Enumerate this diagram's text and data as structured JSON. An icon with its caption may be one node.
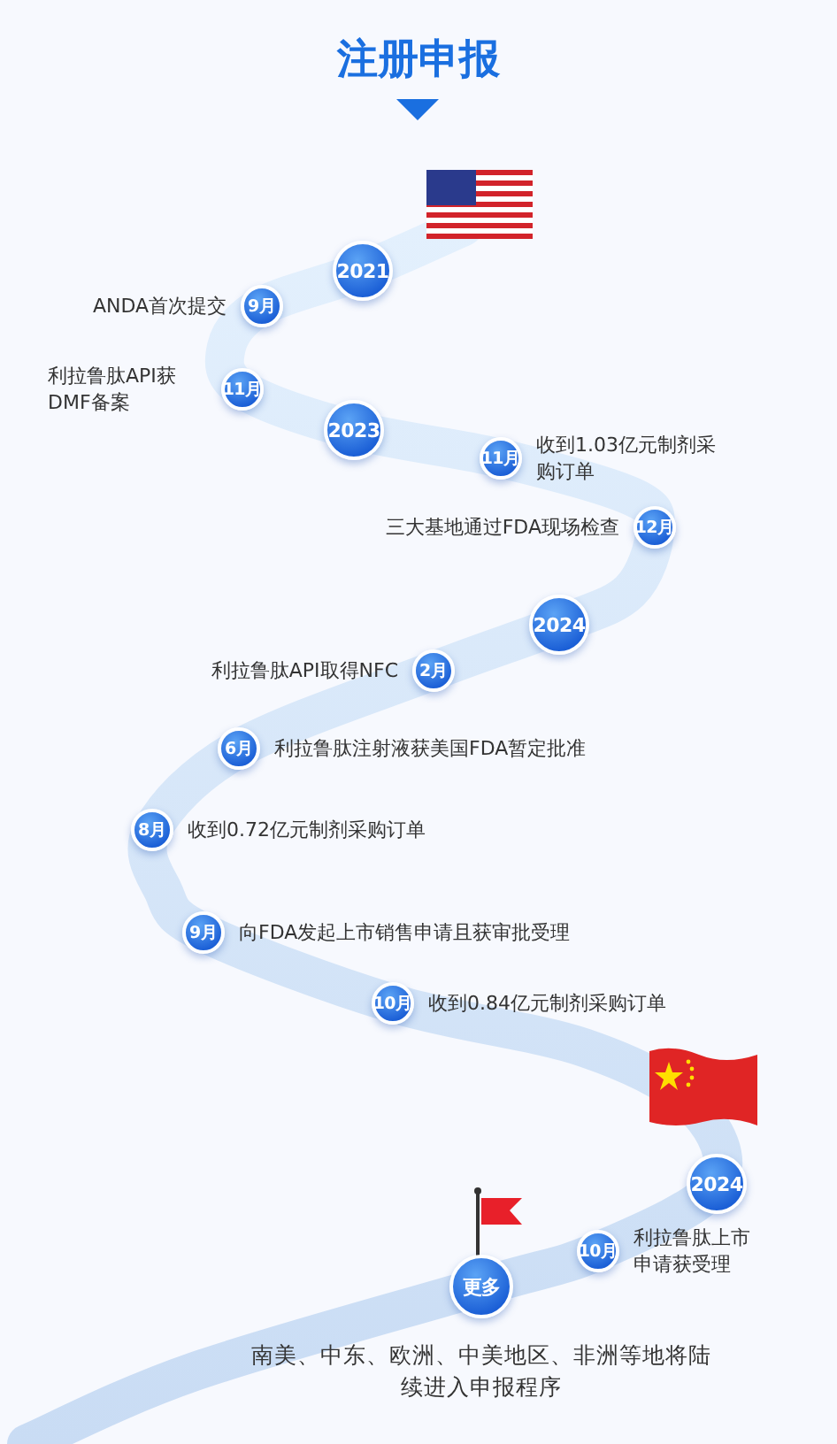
{
  "diagram": {
    "title": "注册申报",
    "nodes": [
      {
        "text": [
          "2021"
        ]
      },
      {
        "text": [
          "9月"
        ],
        "beside": [
          "ANDA首次提交"
        ]
      },
      {
        "text": [
          "11月"
        ],
        "beside": [
          "利拉鲁肽API获DMF备案"
        ]
      },
      {
        "text": [
          "2023"
        ]
      },
      {
        "text": [
          "11月"
        ],
        "beside": [
          "收到1.03亿元制剂采购订单"
        ]
      },
      {
        "text": [
          "12月"
        ],
        "beside": [
          "三大基地通过FDA现场检查"
        ]
      },
      {
        "text": [
          "2024"
        ]
      },
      {
        "text": [
          "2月"
        ],
        "beside": [
          "利拉鲁肽API取得NFC"
        ]
      },
      {
        "text": [
          "6月"
        ],
        "beside": [
          "利拉鲁肽注射液获美国FDA暂定批准"
        ]
      },
      {
        "text": [
          "8月"
        ],
        "beside": [
          "收到0.72亿元制剂采购订单"
        ]
      },
      {
        "text": [
          "9月"
        ],
        "beside": [
          "向FDA发起上市销售申请且获审批受理"
        ]
      },
      {
        "text": [
          "10月"
        ],
        "beside": [
          "收到0.84亿元制剂采购订单"
        ]
      },
      {
        "text": [
          "2024"
        ]
      },
      {
        "text": [
          "10月"
        ],
        "beside": [
          "利拉鲁肽上市申请获受理"
        ]
      },
      {
        "text": [
          "更多"
        ],
        "beside": [
          "南美、中东、欧洲、中美地区、非洲等地将陆续进入申报程序"
        ]
      }
    ]
  }
}
